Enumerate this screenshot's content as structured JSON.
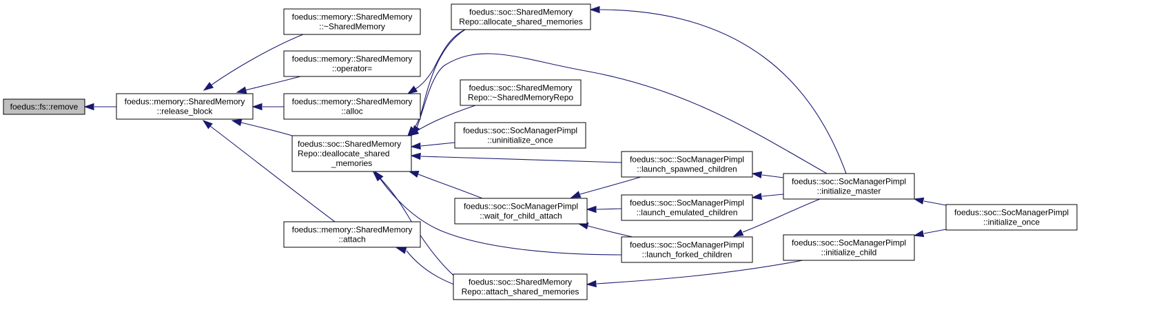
{
  "colors": {
    "edge": "#191970",
    "root_fill": "#bfbfbf",
    "node_fill": "#ffffff",
    "border": "#000000"
  },
  "nodes": [
    {
      "id": "fs_remove",
      "lines": [
        "foedus::fs::remove"
      ],
      "root": true
    },
    {
      "id": "sm_release_block",
      "lines": [
        "foedus::memory::SharedMemory",
        "::release_block"
      ]
    },
    {
      "id": "sm_dtor",
      "lines": [
        "foedus::memory::SharedMemory",
        "::~SharedMemory"
      ]
    },
    {
      "id": "sm_operator_eq",
      "lines": [
        "foedus::memory::SharedMemory",
        "::operator="
      ]
    },
    {
      "id": "sm_alloc",
      "lines": [
        "foedus::memory::SharedMemory",
        "::alloc"
      ]
    },
    {
      "id": "sm_attach",
      "lines": [
        "foedus::memory::SharedMemory",
        "::attach"
      ]
    },
    {
      "id": "smr_deallocate",
      "lines": [
        "foedus::soc::SharedMemory",
        "Repo::deallocate_shared",
        "_memories"
      ]
    },
    {
      "id": "smr_allocate",
      "lines": [
        "foedus::soc::SharedMemory",
        "Repo::allocate_shared_memories"
      ]
    },
    {
      "id": "smr_dtor",
      "lines": [
        "foedus::soc::SharedMemory",
        "Repo::~SharedMemoryRepo"
      ]
    },
    {
      "id": "smp_uninitialize_once",
      "lines": [
        "foedus::soc::SocManagerPimpl",
        "::uninitialize_once"
      ]
    },
    {
      "id": "smp_wait_for_child_attach",
      "lines": [
        "foedus::soc::SocManagerPimpl",
        "::wait_for_child_attach"
      ]
    },
    {
      "id": "smr_attach",
      "lines": [
        "foedus::soc::SharedMemory",
        "Repo::attach_shared_memories"
      ]
    },
    {
      "id": "smp_launch_spawned",
      "lines": [
        "foedus::soc::SocManagerPimpl",
        "::launch_spawned_children"
      ]
    },
    {
      "id": "smp_launch_emulated",
      "lines": [
        "foedus::soc::SocManagerPimpl",
        "::launch_emulated_children"
      ]
    },
    {
      "id": "smp_launch_forked",
      "lines": [
        "foedus::soc::SocManagerPimpl",
        "::launch_forked_children"
      ]
    },
    {
      "id": "smp_initialize_master",
      "lines": [
        "foedus::soc::SocManagerPimpl",
        "::initialize_master"
      ]
    },
    {
      "id": "smp_initialize_child",
      "lines": [
        "foedus::soc::SocManagerPimpl",
        "::initialize_child"
      ]
    },
    {
      "id": "smp_initialize_once",
      "lines": [
        "foedus::soc::SocManagerPimpl",
        "::initialize_once"
      ]
    }
  ],
  "edges": [
    {
      "from": "sm_release_block",
      "to": "fs_remove"
    },
    {
      "from": "sm_dtor",
      "to": "sm_release_block"
    },
    {
      "from": "sm_operator_eq",
      "to": "sm_release_block"
    },
    {
      "from": "sm_alloc",
      "to": "sm_release_block"
    },
    {
      "from": "smr_deallocate",
      "to": "sm_release_block"
    },
    {
      "from": "sm_attach",
      "to": "sm_release_block"
    },
    {
      "from": "smr_allocate",
      "to": "sm_alloc"
    },
    {
      "from": "smr_allocate",
      "to": "smr_deallocate"
    },
    {
      "from": "smr_dtor",
      "to": "smr_deallocate"
    },
    {
      "from": "smp_uninitialize_once",
      "to": "smr_deallocate"
    },
    {
      "from": "smp_wait_for_child_attach",
      "to": "smr_deallocate"
    },
    {
      "from": "smr_attach",
      "to": "smr_deallocate"
    },
    {
      "from": "smp_launch_spawned",
      "to": "smr_deallocate"
    },
    {
      "from": "smp_launch_forked",
      "to": "smr_deallocate"
    },
    {
      "from": "smp_initialize_master",
      "to": "smr_deallocate"
    },
    {
      "from": "smr_attach",
      "to": "sm_attach"
    },
    {
      "from": "smp_launch_spawned",
      "to": "smp_wait_for_child_attach"
    },
    {
      "from": "smp_launch_emulated",
      "to": "smp_wait_for_child_attach"
    },
    {
      "from": "smp_launch_forked",
      "to": "smp_wait_for_child_attach"
    },
    {
      "from": "smp_initialize_master",
      "to": "smp_launch_spawned"
    },
    {
      "from": "smp_initialize_master",
      "to": "smp_launch_emulated"
    },
    {
      "from": "smp_initialize_master",
      "to": "smp_launch_forked"
    },
    {
      "from": "smp_initialize_master",
      "to": "smr_allocate"
    },
    {
      "from": "smp_initialize_child",
      "to": "smr_attach"
    },
    {
      "from": "smp_initialize_once",
      "to": "smp_initialize_master"
    },
    {
      "from": "smp_initialize_once",
      "to": "smp_initialize_child"
    }
  ]
}
